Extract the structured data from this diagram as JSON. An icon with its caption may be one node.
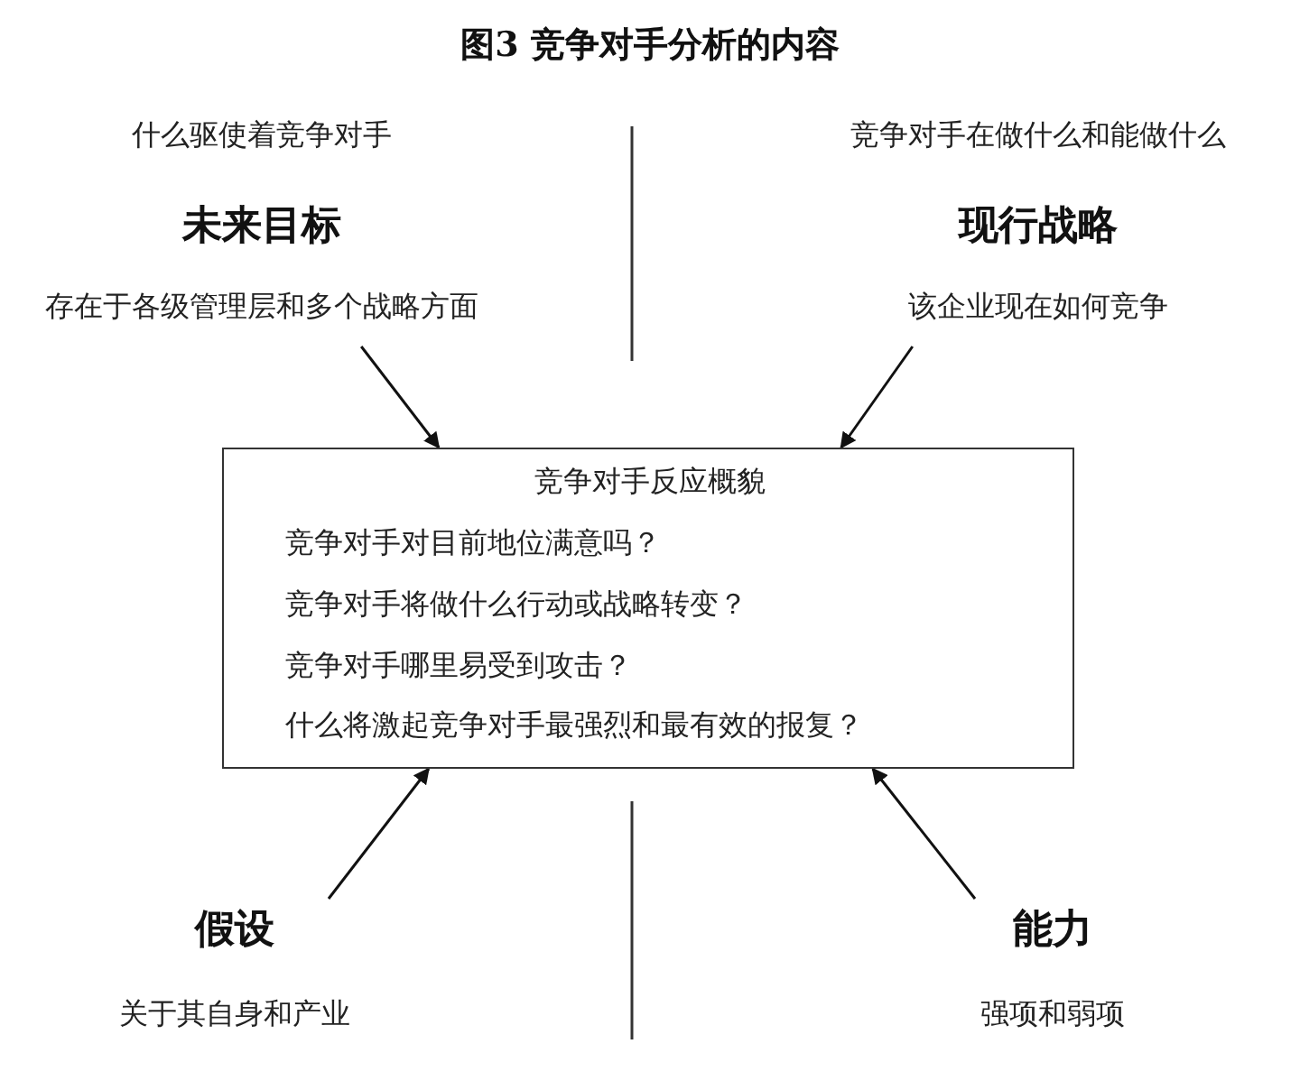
{
  "diagram": {
    "title": "图3  竞争对手分析的内容",
    "nodes": [
      {
        "text": [
          "什么驱使着竞争对手",
          "未来目标",
          "存在于各级管理层和多个战略方面"
        ]
      },
      {
        "text": [
          "竞争对手在做什么和能做什么",
          "现行战略",
          "该企业现在如何竞争"
        ]
      },
      {
        "text": [
          "竞争对手反应概貌",
          "竞争对手对目前地位满意吗？",
          "竞争对手将做什么行动或战略转变？",
          "竞争对手哪里易受到攻击？",
          "什么将激起竞争对手最强烈和最有效的报复？"
        ]
      },
      {
        "text": [
          "假设",
          "关于其自身和产业"
        ]
      },
      {
        "text": [
          "能力",
          "强项和弱项"
        ]
      }
    ],
    "edges": [
      {
        "from": 0,
        "to": 2,
        "arrow": "to"
      },
      {
        "from": 1,
        "to": 2,
        "arrow": "to"
      },
      {
        "from": 3,
        "to": 2,
        "arrow": "to"
      },
      {
        "from": 4,
        "to": 2,
        "arrow": "to"
      }
    ]
  }
}
